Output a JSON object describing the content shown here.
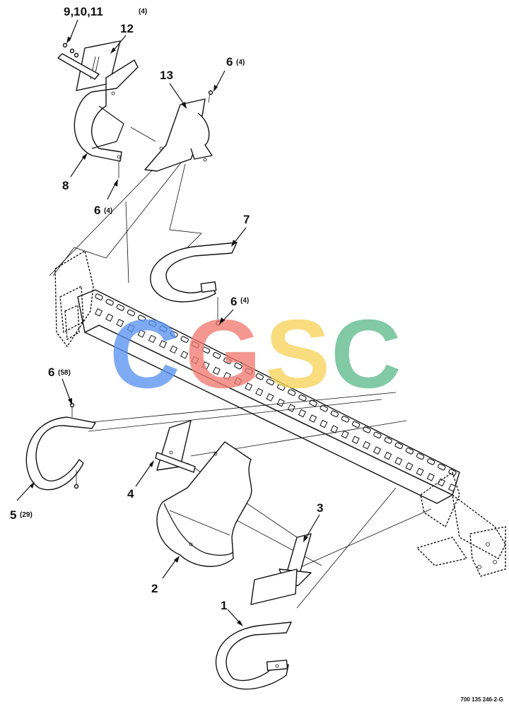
{
  "callouts": [
    {
      "id": "9-10-11",
      "label": "9,10,11",
      "qty": "(4)"
    },
    {
      "id": "12",
      "label": "12",
      "qty": ""
    },
    {
      "id": "13",
      "label": "13",
      "qty": ""
    },
    {
      "id": "6-top-right",
      "label": "6",
      "qty": "(4)"
    },
    {
      "id": "8",
      "label": "8",
      "qty": ""
    },
    {
      "id": "6-left",
      "label": "6",
      "qty": "(4)"
    },
    {
      "id": "7",
      "label": "7",
      "qty": ""
    },
    {
      "id": "6-mid",
      "label": "6",
      "qty": "(4)"
    },
    {
      "id": "6-lower-left",
      "label": "6",
      "qty": "(58)"
    },
    {
      "id": "5",
      "label": "5",
      "qty": "(29)"
    },
    {
      "id": "4",
      "label": "4",
      "qty": ""
    },
    {
      "id": "3",
      "label": "3",
      "qty": ""
    },
    {
      "id": "2",
      "label": "2",
      "qty": ""
    },
    {
      "id": "1",
      "label": "1",
      "qty": ""
    }
  ],
  "watermark": {
    "letters": [
      "C",
      "G",
      "S",
      "C"
    ],
    "colors": [
      "#5b93f2",
      "#f07a72",
      "#f7d35a",
      "#5fba8d"
    ]
  },
  "reference_number": "700 135 246-2-G"
}
